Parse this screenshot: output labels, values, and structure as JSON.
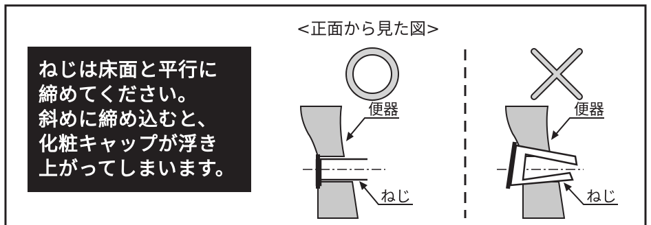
{
  "instruction": {
    "lines": [
      "ねじは床面と平行に",
      "締めてください。",
      "斜めに締め込むと、",
      "化粧キャップが浮き",
      "上がってしまいます。"
    ]
  },
  "view_title": "<正面から見た図>",
  "correct_example": {
    "mark": "circle",
    "toilet_label": "便器",
    "screw_label": "ねじ"
  },
  "incorrect_example": {
    "mark": "cross",
    "toilet_label": "便器",
    "screw_label": "ねじ"
  },
  "colors": {
    "instruction_bg": "#231f20",
    "instruction_text": "#ffffff",
    "toilet_fill": "#c9c9c9",
    "mark_fill": "#d4d4d4",
    "line": "#231f20"
  }
}
